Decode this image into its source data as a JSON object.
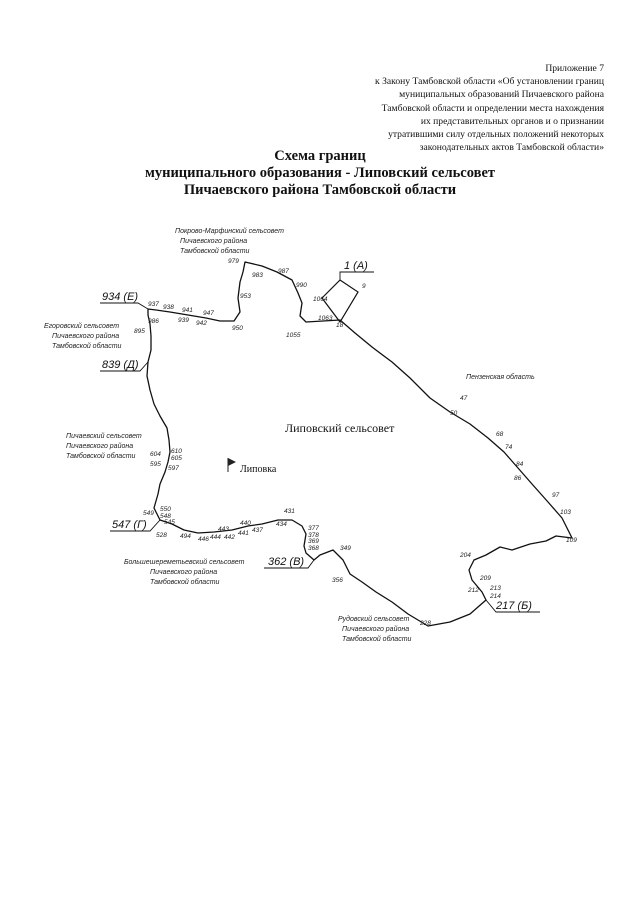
{
  "appendix": {
    "lines": [
      "Приложение 7",
      "к Закону Тамбовской области «Об установлении границ",
      "муниципальных образований Пичаевского района",
      "Тамбовской области и определении места нахождения",
      "их представительных органов и о признании",
      "утратившими силу отдельных положений некоторых",
      "законодательных актов Тамбовской области»"
    ]
  },
  "title": {
    "line1": "Схема границ",
    "line2": "муниципального образования - Липовский сельсовет",
    "line3": "Пичаевского района Тамбовской области"
  },
  "map": {
    "main_area": "Липовский сельсовет",
    "village": "Липовка",
    "nodes": {
      "a": "1 (А)",
      "b": "217 (Б)",
      "v": "362 (В)",
      "g": "547 (Г)",
      "d": "839 (Д)",
      "e": "934 (Е)"
    },
    "regions": {
      "pokrovo": [
        "Покрово-Марфинский сельсовет",
        "Пичаевского района",
        "Тамбовской области"
      ],
      "penza": [
        "Пензенская область"
      ],
      "egorov": [
        "Егоровский сельсовет",
        "Пичаевского района",
        "Тамбовской области"
      ],
      "pichaev": [
        "Пичаевский сельсовет",
        "Пичаевского района",
        "Тамбовской области"
      ],
      "bolshesher": [
        "Большешереметьевский сельсовет",
        "Пичаевского района",
        "Тамбовской области"
      ],
      "rudov": [
        "Рудовский сельсовет",
        "Пичаевского района",
        "Тамбовской области"
      ]
    },
    "points": {
      "p979": "979",
      "p983": "983",
      "p987": "987",
      "p990": "990",
      "p953": "953",
      "p1064": "1064",
      "p9": "9",
      "p1063": "1063",
      "p18": "18",
      "p1055": "1055",
      "p937": "937",
      "p938": "938",
      "p941": "941",
      "p947": "947",
      "p939": "939",
      "p942": "942",
      "p950": "950",
      "p986": "986",
      "p895": "895",
      "p47": "47",
      "p50": "50",
      "p68": "68",
      "p74": "74",
      "p84": "84",
      "p86": "86",
      "p97": "97",
      "p103": "103",
      "p109": "109",
      "p604": "604",
      "p610": "610",
      "p605": "605",
      "p595": "595",
      "p597": "597",
      "p549": "549",
      "p550": "550",
      "p548": "548",
      "p545": "545",
      "p528": "528",
      "p494": "494",
      "p446": "446",
      "p444": "444",
      "p442": "442",
      "p443": "443",
      "p441": "441",
      "p440": "440",
      "p437": "437",
      "p431": "431",
      "p434": "434",
      "p377": "377",
      "p378": "378",
      "p369": "369",
      "p368": "368",
      "p349": "349",
      "p356": "356",
      "p204": "204",
      "p209": "209",
      "p212": "212",
      "p213": "213",
      "p214": "214",
      "p228": "228"
    }
  }
}
